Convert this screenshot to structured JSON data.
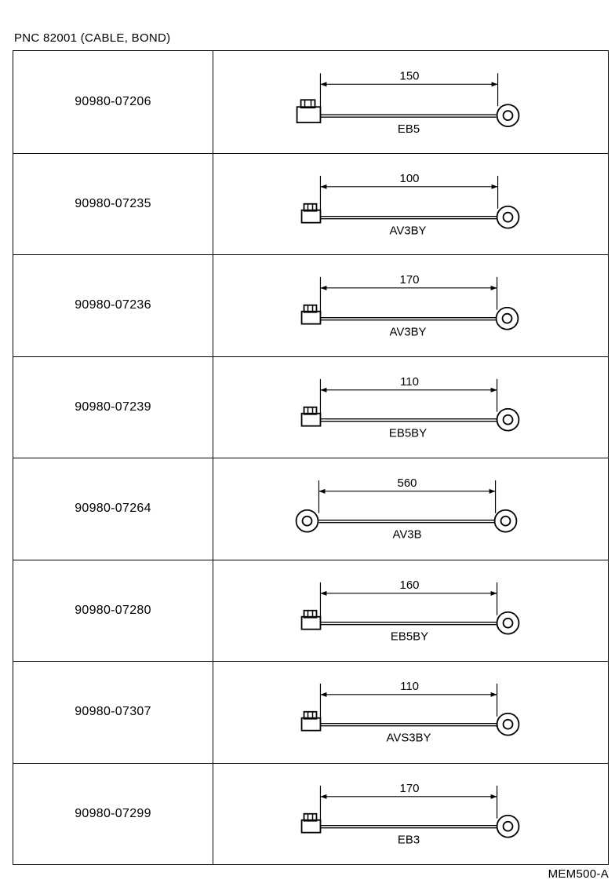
{
  "header": {
    "title": "PNC  82001 (CABLE, BOND)"
  },
  "footer": {
    "code": "MEM500-A"
  },
  "rows": [
    {
      "part_number": "90980-07206",
      "length": "150",
      "wire_code": "EB5",
      "left_end": "connector"
    },
    {
      "part_number": "90980-07235",
      "length": "100",
      "wire_code": "AV3BY",
      "left_end": "connector"
    },
    {
      "part_number": "90980-07236",
      "length": "170",
      "wire_code": "AV3BY",
      "left_end": "connector"
    },
    {
      "part_number": "90980-07239",
      "length": "110",
      "wire_code": "EB5BY",
      "left_end": "connector"
    },
    {
      "part_number": "90980-07264",
      "length": "560",
      "wire_code": "AV3B",
      "left_end": "ring-terminal"
    },
    {
      "part_number": "90980-07280",
      "length": "160",
      "wire_code": "EB5BY",
      "left_end": "connector"
    },
    {
      "part_number": "90980-07307",
      "length": "110",
      "wire_code": "AVS3BY",
      "left_end": "connector"
    },
    {
      "part_number": "90980-07299",
      "length": "170",
      "wire_code": "EB3",
      "left_end": "connector"
    }
  ]
}
